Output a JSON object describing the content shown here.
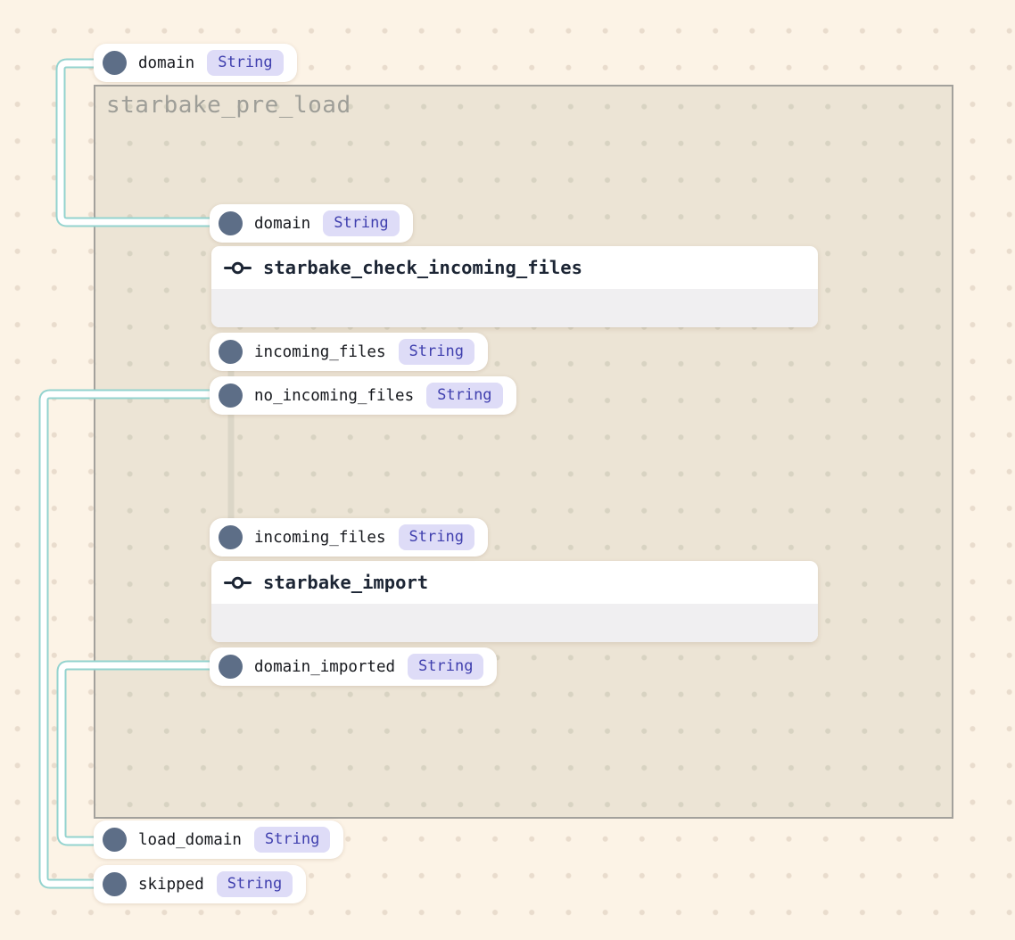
{
  "canvas": {
    "group_label": "starbake_pre_load"
  },
  "ports": [
    {
      "label": "domain",
      "type": "String"
    },
    {
      "label": "domain",
      "type": "String"
    },
    {
      "label": "incoming_files",
      "type": "String"
    },
    {
      "label": "no_incoming_files",
      "type": "String"
    },
    {
      "label": "incoming_files",
      "type": "String"
    },
    {
      "label": "domain_imported",
      "type": "String"
    },
    {
      "label": "load_domain",
      "type": "String"
    },
    {
      "label": "skipped",
      "type": "String"
    }
  ],
  "tasks": [
    {
      "name": "starbake_check_incoming_files",
      "icon": "task-commit-icon"
    },
    {
      "name": "starbake_import",
      "icon": "task-commit-icon"
    }
  ],
  "edges": [
    {
      "from": "domain",
      "to": "domain",
      "style": "highlight-teal"
    },
    {
      "from": "incoming_files",
      "to": "incoming_files",
      "style": "plain-gray"
    },
    {
      "from": "no_incoming_files",
      "to": "skipped",
      "style": "highlight-teal"
    },
    {
      "from": "domain_imported",
      "to": "load_domain",
      "style": "highlight-teal"
    }
  ],
  "colors": {
    "canvas_bg": "#fcf3e6",
    "canvas_dot": "#e9dccd",
    "group_bg": "#ece4d5",
    "group_dot": "#d8d3c2",
    "group_border": "#a3a19c",
    "group_label_text": "#9e9e98",
    "edge_teal": "#93d3cf",
    "edge_core": "#ffffff",
    "edge_gray": "#dbd6c7",
    "port_dot": "#5d6e87",
    "pill_text": "#16181d",
    "badge_bg": "#dedcf7",
    "badge_text": "#3f3fae",
    "task_title_text": "#1c2534",
    "task_footer_bg": "#f0eff1"
  }
}
